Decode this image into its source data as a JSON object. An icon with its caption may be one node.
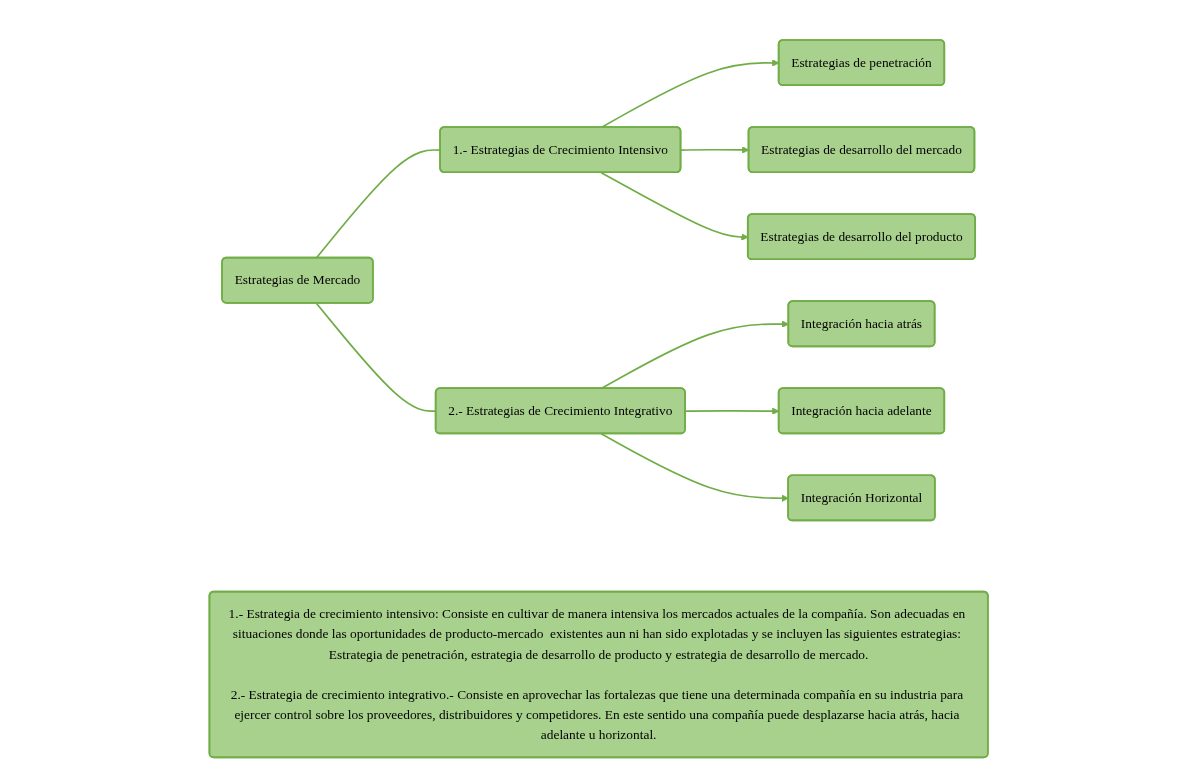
{
  "diagram": {
    "nodes": [
      {
        "text": [
          "Estrategias de Mercado"
        ]
      },
      {
        "text": [
          "1.- Estrategias de Crecimiento Intensivo"
        ]
      },
      {
        "text": [
          "2.- Estrategias de Crecimiento Integrativo"
        ]
      },
      {
        "text": [
          "Estrategias de penetración"
        ]
      },
      {
        "text": [
          "Estrategias de desarrollo del mercado"
        ]
      },
      {
        "text": [
          "Estrategias de desarrollo del producto"
        ]
      },
      {
        "text": [
          "Integración hacia atrás"
        ]
      },
      {
        "text": [
          "Integración hacia adelante"
        ]
      },
      {
        "text": [
          "Integración Horizontal"
        ]
      },
      {
        "text": [
          "1.- Estrategia de crecimiento intensivo: Consiste en cultivar de manera intensiva los mercados actuales de la compañía. Son adecuadas en situaciones donde las oportunidades de producto-mercado  existentes aun ni han sido explotadas y se incluyen las siguientes estrategias: Estrategia de penetración, estrategia de desarrollo de producto y estrategia de desarrollo de mercado.",
          "2.- Estrategia de crecimiento integrativo.- Consiste en aprovechar las fortalezas que tiene una determinada compañía en su industria para ejercer control sobre los proveedores, distribuidores y competidores. En este sentido una compañía puede desplazarse hacia atrás, hacia adelante u horizontal."
        ]
      }
    ],
    "edges": [
      {
        "from": 0,
        "to": 1,
        "arrow": "none"
      },
      {
        "from": 0,
        "to": 2,
        "arrow": "none"
      },
      {
        "from": 1,
        "to": 3,
        "arrow": "to"
      },
      {
        "from": 1,
        "to": 4,
        "arrow": "to"
      },
      {
        "from": 1,
        "to": 5,
        "arrow": "to"
      },
      {
        "from": 2,
        "to": 6,
        "arrow": "to"
      },
      {
        "from": 2,
        "to": 7,
        "arrow": "to"
      },
      {
        "from": 2,
        "to": 8,
        "arrow": "to"
      }
    ]
  }
}
